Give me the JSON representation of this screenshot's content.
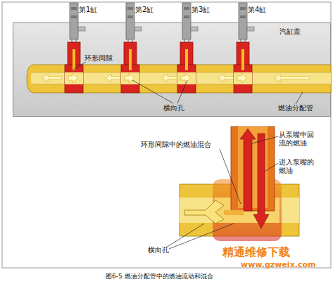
{
  "diagram": {
    "caption": "图6-5 燃油分配管中的燃油流动和混合",
    "nodes": [
      {
        "text": [
          "汽缸盖"
        ]
      }
    ],
    "labels": [
      "第1缸",
      "第2缸",
      "第3缸",
      "第4缸",
      "环形间隙",
      "横向孔",
      "燃油分配管",
      "环形间隙中的燃油混合",
      "从泵嘴中回流的燃油",
      "进入泵嘴的燃油",
      "横向孔",
      "精通维修下载",
      "www.gzweix.com"
    ]
  }
}
